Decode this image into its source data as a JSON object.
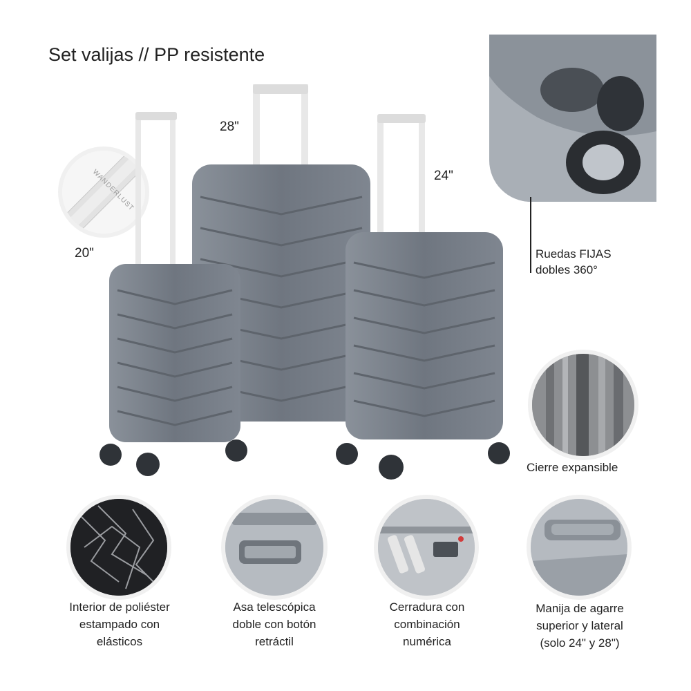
{
  "title": "Set valijas // PP resistente",
  "sizes": {
    "small": "20\"",
    "large": "28\"",
    "medium": "24\""
  },
  "logo_text": "WANDERLUST",
  "wheels_caption": {
    "line1": "Ruedas FIJAS",
    "line2": "dobles 360°"
  },
  "zipper_caption": "Cierre expansible",
  "features": [
    {
      "line1": "Interior de poliéster",
      "line2": "estampado con",
      "line3": "elásticos"
    },
    {
      "line1": "Asa telescópica",
      "line2": "doble con botón",
      "line3": "retráctil"
    },
    {
      "line1": "Cerradura con",
      "line2": "combinación",
      "line3": "numérica"
    },
    {
      "line1": "Manija de agarre",
      "line2": "superior y lateral",
      "line3": "(solo 24\" y 28\")"
    }
  ],
  "colors": {
    "shell": "#6f7680",
    "shell_light": "#9aa1aa",
    "wheel": "#2f3338",
    "handle": "#e8e8e8"
  }
}
